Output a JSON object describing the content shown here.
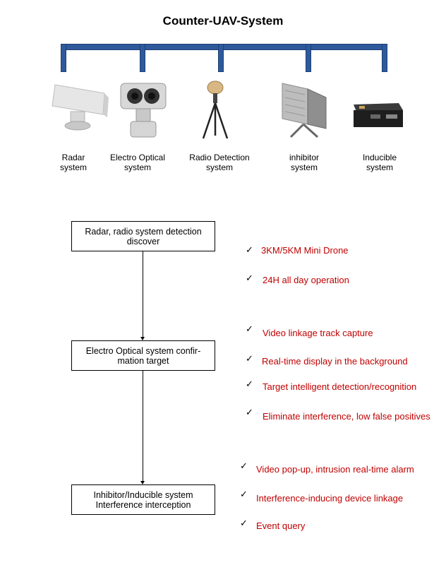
{
  "title": "Counter-UAV-System",
  "systems": [
    {
      "line1": "Radar",
      "line2": "system",
      "icon": "radar-icon"
    },
    {
      "line1": "Electro Optical",
      "line2": "system",
      "icon": "camera-icon"
    },
    {
      "line1": "Radio Detection",
      "line2": "system",
      "icon": "antenna-icon"
    },
    {
      "line1": "inhibitor",
      "line2": "system",
      "icon": "jammer-icon"
    },
    {
      "line1": "Inducible",
      "line2": "system",
      "icon": "device-icon"
    }
  ],
  "flow": [
    {
      "line1": "Radar, radio system detection",
      "line2": "discover"
    },
    {
      "line1": "Electro Optical system confir-",
      "line2": "mation target"
    },
    {
      "line1": "Inhibitor/Inducible system",
      "line2": "Interference interception"
    }
  ],
  "features": [
    "3KM/5KM Mini Drone",
    "24H all day operation",
    "Video linkage track capture",
    "Real-time display in the background",
    "Target intelligent detection/recognition",
    "Eliminate interference, low false positives",
    "Video pop-up, intrusion real-time alarm",
    "Interference-inducing device linkage",
    "Event query"
  ],
  "check_mark": "✓",
  "colors": {
    "bar": "#2e5a9c",
    "feature_text": "#c00000"
  }
}
